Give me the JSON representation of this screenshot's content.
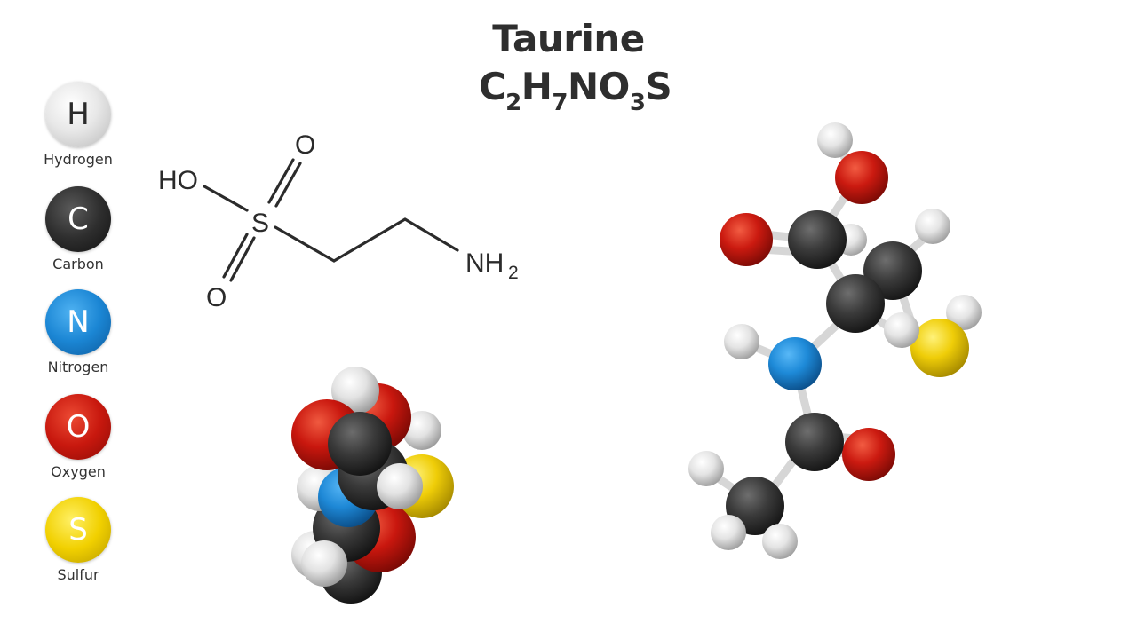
{
  "header": {
    "title": "Taurine",
    "formula": [
      {
        "el": "C",
        "n": "2"
      },
      {
        "el": "H",
        "n": "7"
      },
      {
        "el": "NO",
        "n": "3"
      },
      {
        "el": "S",
        "n": ""
      }
    ]
  },
  "legend": {
    "items": [
      {
        "symbol": "H",
        "label": "Hydrogen",
        "color": "#e6e6e6",
        "text_color": "#2b2b2b"
      },
      {
        "symbol": "C",
        "label": "Carbon",
        "color": "#2c2c2c",
        "text_color": "#ffffff"
      },
      {
        "symbol": "N",
        "label": "Nitrogen",
        "color": "#1e88d6",
        "text_color": "#ffffff"
      },
      {
        "symbol": "O",
        "label": "Oxygen",
        "color": "#c9170e",
        "text_color": "#ffffff"
      },
      {
        "symbol": "S",
        "label": "Sulfur",
        "color": "#f0d000",
        "text_color": "#ffffff"
      }
    ]
  },
  "structure": {
    "labels": {
      "ho": "HO",
      "s": "S",
      "o_top": "O",
      "o_bottom": "O",
      "nh": "NH",
      "nh_sub": "2"
    }
  },
  "colors": {
    "hydrogen": "#e6e6e6",
    "carbon": "#3a3a3a",
    "nitrogen": "#1e88d6",
    "oxygen": "#c9170e",
    "sulfur": "#f0cf10",
    "bond": "#d8d8d8",
    "ink": "#2b2b2b"
  }
}
